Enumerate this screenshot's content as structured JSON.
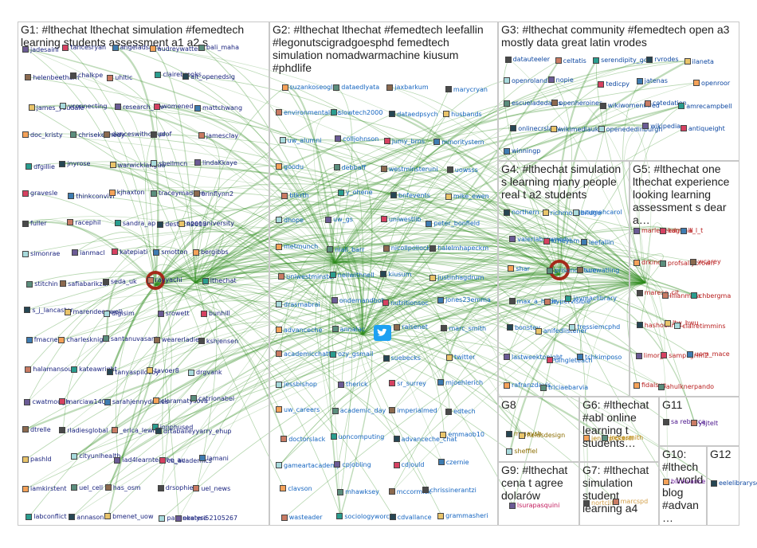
{
  "colors": {
    "edge": "#2e8b1e",
    "edge_dark": "#1f6b12",
    "group_border": "#c8c8c8",
    "title": "#222222",
    "loop": "#a52a1a"
  },
  "groups": [
    {
      "id": "G1",
      "title": "G1: #lthechat lthechat simulation #femedtech learning students assessment a1 a2 s"
    },
    {
      "id": "G2",
      "title": "G2: #lthechat lthechat #femedtech leefallin #legonutscigradgoesphd femedtech simulation nomadwarmachine kiusum #phdlife"
    },
    {
      "id": "G3",
      "title": "G3: #lthechat community #femedtech open a3 mostly data great latin vrodes"
    },
    {
      "id": "G4",
      "title": "G4: #lthechat simulation s learning many people real t a2 students"
    },
    {
      "id": "G5",
      "title": "G5: #lthechat one lthechat experience looking learning assessment s dear a…"
    },
    {
      "id": "G6",
      "title": "G6: #lthechat #abl online learning t students…"
    },
    {
      "id": "G7",
      "title": "G7: #lthechat simulation student learning a4"
    },
    {
      "id": "G8",
      "title": "G8"
    },
    {
      "id": "G9",
      "title": "G9: #lthechat cena t agree dolarów"
    },
    {
      "id": "G10",
      "title": "G10: #lthech… world blog #advan…"
    },
    {
      "id": "G11",
      "title": "G11"
    },
    {
      "id": "G12",
      "title": "G12"
    }
  ],
  "nodes": {
    "G1": [
      "jadesaini",
      "tancesryan",
      "angeladsaini",
      "audreywatters",
      "bali_maha",
      "helenbeetham",
      "chalkpe",
      "uhltic",
      "clairebrooks",
      "alt_openedsig",
      "james_youdale",
      "vconnecting",
      "research_ftw",
      "womened",
      "mattchwang",
      "doc_kristy",
      "chrisekennedy",
      "danceswithcloud",
      "prof",
      "jamesclay",
      "dfgillie",
      "jnyrose",
      "warwicklangua",
      "sheilmcn",
      "lindaKkaye",
      "gravesle",
      "thinkconvivi",
      "kjhaxton",
      "traceymadden",
      "erinflynn2",
      "fuller",
      "racephil",
      "sandra_ap",
      "destech2013",
      "openuniversity",
      "simonrae",
      "ianmacl",
      "katepiati",
      "smotton",
      "bergibbs",
      "stitchin",
      "safiabarikzai",
      "seda_uk",
      "rayyachi",
      "lthechat",
      "s_j_lancaster",
      "marendeepwell",
      "digisim",
      "srowett",
      "bunhill",
      "fmacneill",
      "charlesknight",
      "santanuvasant",
      "wearerladies",
      "kshjensen",
      "halamansour",
      "kateawright",
      "tanyaspilovoy",
      "tavoer8",
      "drgvank",
      "cwatmough",
      "marciaw1404",
      "sarahjennydavies",
      "claramatysova",
      "catrionabel",
      "dtrelle",
      "rladiesglobal",
      "_erica_lewis",
      "jonphused",
      "drtabaileyyarry_ehup",
      "pashld",
      "cityunihealth",
      "iad4learnteache_au",
      "cu_academics",
      "lamani",
      "iamkirstent",
      "uel_cell",
      "has_osm",
      "drsophie",
      "uel_news",
      "labconflict",
      "annasonit",
      "bmenet_uow",
      "paulineelyse",
      "ekateri52105267"
    ],
    "G2": [
      "suzankoseoglu",
      "dataedlyata",
      "jaxbarkum",
      "marycryan",
      "environmentalsoc",
      "slowtech2000",
      "dataedpsych",
      "husbands",
      "uw_alumni",
      "colljohnson",
      "jumy_brns",
      "minoritystem",
      "goodu",
      "debbaff",
      "westminsteruni",
      "uowsss",
      "btkrth",
      "y_ohene",
      "bnfevents",
      "mike_ewen",
      "dhope",
      "uw_gs",
      "uniwestlib",
      "peter_bonfield",
      "metmunch",
      "niall_barr",
      "nicollpollock",
      "halelmhapeckm",
      "uniwestminster",
      "neilwithnell",
      "kiusum",
      "justinhagdrum",
      "drasmabrai",
      "ondemandbob",
      "nutritionsoc",
      "jones23emma",
      "advanceche",
      "annalac",
      "raisenet",
      "marc_smith",
      "academicchatter",
      "ozy_gsmail",
      "suebecks",
      "twitter",
      "jessbishop",
      "therick",
      "sr_surrey",
      "mjoehlerich",
      "uw_careers",
      "academic_day",
      "imperialmed",
      "edtech",
      "doctorslack",
      "uoncomputing",
      "advanceche_chat",
      "emmaob10",
      "gameartacademy",
      "cpjobling",
      "cdjould",
      "czernie",
      "clavson",
      "mhawksey",
      "mccormick",
      "chrissinerantzi",
      "wasteader",
      "sociologyworc",
      "cdvallance",
      "grammasheri"
    ],
    "G3": [
      "datauteeler",
      "celtatis",
      "serendipity_go",
      "rvrodes",
      "ilaneta",
      "openrolandm",
      "nopie",
      "tedicpy",
      "jatenas",
      "openroor",
      "escueladedatos",
      "openheroines",
      "wikiwomeninred",
      "cotedation",
      "amrecampbell",
      "onlinecrslady",
      "wikimediauk",
      "openededinburgh",
      "wikipedia",
      "antiqueight",
      "winningp"
    ],
    "G4": [
      "northern",
      "richmondbridge",
      "azumahcarol",
      "valeriabrownedu",
      "krheyam",
      "leefallin",
      "shar",
      "prisonculture",
      "suewatling",
      "max_a_hope",
      "hypervisible",
      "jaymaclibrary",
      "bonstev",
      "anifedlistener",
      "tressiemcphd",
      "lastweektonight",
      "dingleteach",
      "tchkimposo",
      "rafranzdavis",
      "triciaebarvia"
    ],
    "G5": [
      "marlenekarn",
      "edgehill",
      "a_l_t",
      "drkindc",
      "profsallybrown",
      "wcarey",
      "marese_cit",
      "lilianmina",
      "chbergma",
      "hashoukry4",
      "ltw_hwu",
      "clairetimmins",
      "limor_l",
      "sampilgrim2",
      "uom_mace",
      "fidalsyg",
      "ahulknerpando"
    ],
    "G6": [
      "jennypickerill",
      "irecesmith"
    ],
    "G7": [
      "nortcliffe",
      "marcspd"
    ],
    "G8": [
      "mrgaysb",
      "fieldsdesign",
      "sheffiel"
    ],
    "G9": [
      "lsurapasquini"
    ],
    "G10": [
      "blinkvance"
    ],
    "G11": [
      "sa rebecca",
      "ysjtelt"
    ],
    "G12": [
      "eelelibrarysg"
    ]
  }
}
